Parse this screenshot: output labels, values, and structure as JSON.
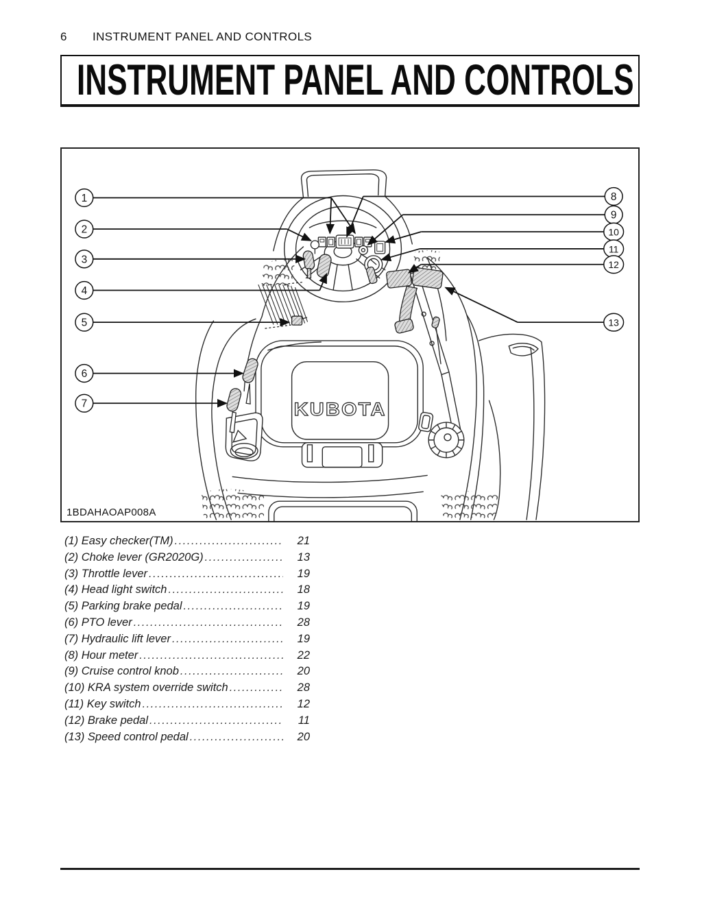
{
  "page": {
    "number": "6",
    "running_title": "INSTRUMENT PANEL AND CONTROLS"
  },
  "title_banner": {
    "text": "INSTRUMENT PANEL AND CONTROLS"
  },
  "figure": {
    "code": "1BDAHAOAP008A",
    "brand": "KUBOTA",
    "callouts": [
      "1",
      "2",
      "3",
      "4",
      "5",
      "6",
      "7",
      "8",
      "9",
      "10",
      "11",
      "12",
      "13"
    ]
  },
  "legend": {
    "items": [
      {
        "num": "(1)",
        "label": "Easy checker(TM)",
        "page": "21"
      },
      {
        "num": "(2)",
        "label": "Choke lever (GR2020G)",
        "page": "13"
      },
      {
        "num": "(3)",
        "label": "Throttle lever",
        "page": "19"
      },
      {
        "num": "(4)",
        "label": "Head light switch",
        "page": "18"
      },
      {
        "num": "(5)",
        "label": "Parking brake pedal",
        "page": "19"
      },
      {
        "num": "(6)",
        "label": "PTO lever",
        "page": "28"
      },
      {
        "num": "(7)",
        "label": "Hydraulic lift lever",
        "page": "19"
      },
      {
        "num": "(8)",
        "label": "Hour meter",
        "page": "22"
      },
      {
        "num": "(9)",
        "label": "Cruise control knob",
        "page": "20"
      },
      {
        "num": "(10)",
        "label": "KRA system override switch",
        "page": "28"
      },
      {
        "num": "(11)",
        "label": "Key switch",
        "page": "12"
      },
      {
        "num": "(12)",
        "label": "Brake pedal",
        "page": "11"
      },
      {
        "num": "(13)",
        "label": "Speed control pedal",
        "page": "20"
      }
    ]
  }
}
